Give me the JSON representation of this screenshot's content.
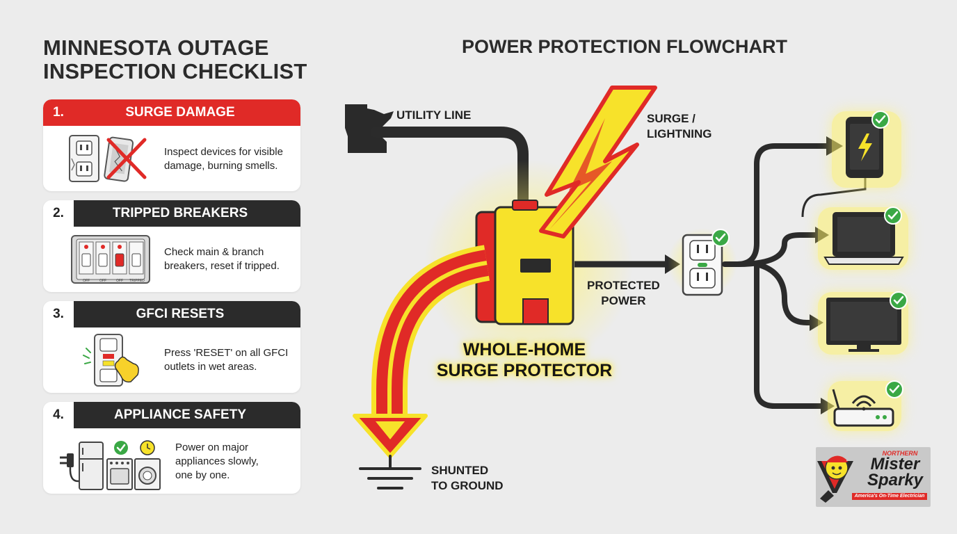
{
  "checklist": {
    "title_line1": "MINNESOTA OUTAGE",
    "title_line2": "INSPECTION CHECKLIST",
    "items": [
      {
        "number": "1.",
        "label": "SURGE DAMAGE",
        "text_line1": "Inspect devices for visible",
        "text_line2": "damage, burning smells.",
        "header_color": "#e02a27"
      },
      {
        "number": "2.",
        "label": "TRIPPED BREAKERS",
        "text_line1": "Check main & branch",
        "text_line2": "breakers, reset if tripped.",
        "header_color": "#2b2b2b"
      },
      {
        "number": "3.",
        "label": "GFCI RESETS",
        "text_line1": "Press 'RESET' on all GFCI",
        "text_line2": "outlets in wet areas.",
        "header_color": "#2b2b2b"
      },
      {
        "number": "4.",
        "label": "APPLIANCE SAFETY",
        "text_line1": "Power on major",
        "text_line2": "appliances slowly,",
        "text_line3": "one by one.",
        "header_color": "#2b2b2b"
      }
    ],
    "breaker_labels": [
      "OFF",
      "OFF",
      "OFF",
      "TRIPPED"
    ]
  },
  "flowchart": {
    "title": "POWER PROTECTION FLOWCHART",
    "utility_line": "UTILITY LINE",
    "surge_line1": "SURGE /",
    "surge_line2": "LIGHTNING",
    "protector_line1": "WHOLE-HOME",
    "protector_line2": "SURGE PROTECTOR",
    "protected_line1": "PROTECTED",
    "protected_line2": "POWER",
    "ground_line1": "SHUNTED",
    "ground_line2": "TO GROUND",
    "devices": [
      "smartphone-icon",
      "laptop-icon",
      "tv-icon",
      "router-icon"
    ]
  },
  "logo": {
    "line1": "NORTHERN",
    "line2": "Mister",
    "line3": "Sparky",
    "tagline": "America's On-Time Electrician"
  },
  "colors": {
    "red": "#e02a27",
    "yellow": "#f7e22a",
    "dark": "#2b2b2b",
    "green": "#3aa845",
    "background": "#ececec"
  }
}
